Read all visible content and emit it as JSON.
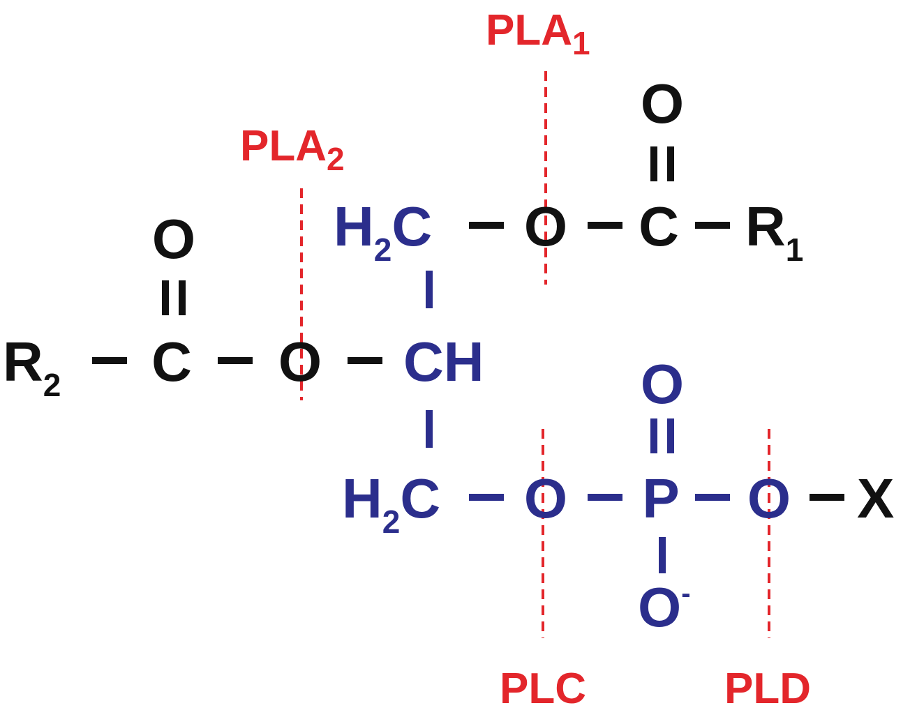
{
  "colors": {
    "acyl": "#111111",
    "glycerol_phosphate": "#2b2e8c",
    "cleavage": "#e3262b"
  },
  "enzymes": {
    "pla1": {
      "base": "PLA",
      "sub": "1"
    },
    "pla2": {
      "base": "PLA",
      "sub": "2"
    },
    "plc": {
      "label": "PLC"
    },
    "pld": {
      "label": "PLD"
    }
  },
  "atoms": {
    "r1": {
      "base": "R",
      "sub": "1"
    },
    "r2": {
      "base": "R",
      "sub": "2"
    },
    "sn1_carbonyl_o": "O",
    "sn1_carbonyl_c": "C",
    "sn1_ester_o": "O",
    "sn2_carbonyl_o": "O",
    "sn2_carbonyl_c": "C",
    "sn2_ester_o": "O",
    "sn1_ch2": {
      "base": "H",
      "sub": "2",
      "rest": "C"
    },
    "sn2_ch": "CH",
    "sn3_ch2": {
      "base": "H",
      "sub": "2",
      "rest": "C"
    },
    "phosphate_o1": "O",
    "phosphorus": "P",
    "phosphate_o_double": "O",
    "phosphate_o_minus": {
      "base": "O",
      "sup": "-"
    },
    "phosphate_o2": "O",
    "headgroup_x": "X"
  }
}
